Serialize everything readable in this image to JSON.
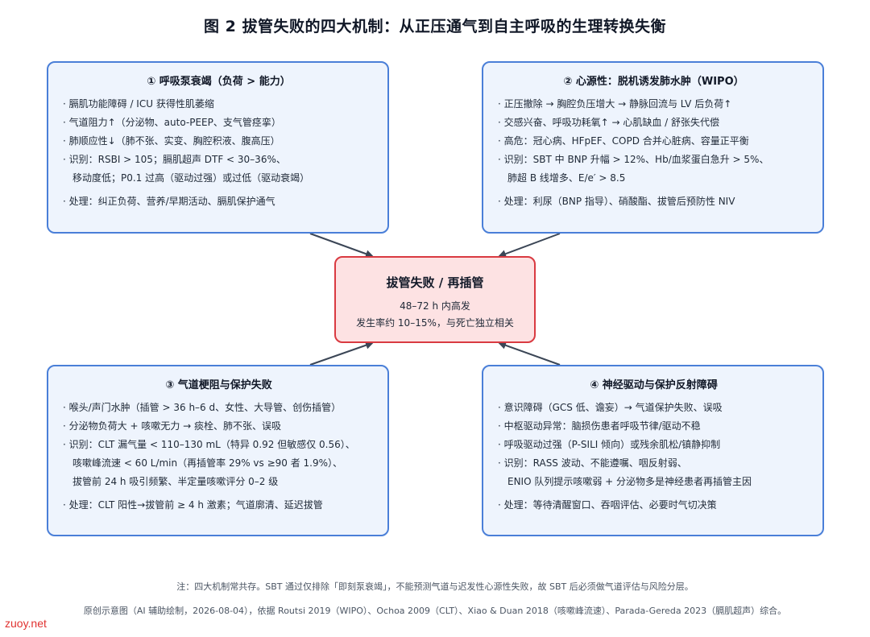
{
  "title": "图 2 拔管失败的四大机制：从正压通气到自主呼吸的生理转换失衡",
  "center": {
    "title": "拔管失败 / 再插管",
    "line1": "48–72 h 内高发",
    "line2": "发生率约 10–15%，与死亡独立相关"
  },
  "box1": {
    "title": "① 呼吸泵衰竭（负荷 > 能力）",
    "lines": [
      "· 膈肌功能障碍 / ICU 获得性肌萎缩",
      "· 气道阻力↑（分泌物、auto-PEEP、支气管痉挛）",
      "· 肺顺应性↓（肺不张、实变、胸腔积液、腹高压）",
      "· 识别：RSBI > 105；膈肌超声 DTF < 30–36%、",
      "移动度低；P0.1 过高（驱动过强）或过低（驱动衰竭）",
      "· 处理：纠正负荷、营养/早期活动、膈肌保护通气"
    ]
  },
  "box2": {
    "title": "② 心源性：脱机诱发肺水肿（WIPO）",
    "lines": [
      "· 正压撤除 → 胸腔负压增大 → 静脉回流与 LV 后负荷↑",
      "· 交感兴奋、呼吸功耗氧↑ → 心肌缺血 / 舒张失代偿",
      "· 高危：冠心病、HFpEF、COPD 合并心脏病、容量正平衡",
      "· 识别：SBT 中 BNP 升幅 > 12%、Hb/血浆蛋白急升 > 5%、",
      "肺超 B 线增多、E/e′ > 8.5",
      "· 处理：利尿（BNP 指导）、硝酸酯、拔管后预防性 NIV"
    ]
  },
  "box3": {
    "title": "③ 气道梗阻与保护失败",
    "lines": [
      "· 喉头/声门水肿（插管 > 36 h–6 d、女性、大导管、创伤插管）",
      "· 分泌物负荷大 + 咳嗽无力 → 痰栓、肺不张、误吸",
      "· 识别：CLT 漏气量 < 110–130 mL（特异 0.92 但敏感仅 0.56）、",
      "咳嗽峰流速 < 60 L/min（再插管率 29% vs ≥90 者 1.9%）、",
      "拔管前 24 h 吸引频繁、半定量咳嗽评分 0–2 级",
      "· 处理：CLT 阳性→拔管前 ≥ 4 h 激素；气道廓清、延迟拔管"
    ]
  },
  "box4": {
    "title": "④ 神经驱动与保护反射障碍",
    "lines": [
      "· 意识障碍（GCS 低、谵妄）→ 气道保护失败、误吸",
      "· 中枢驱动异常：脑损伤患者呼吸节律/驱动不稳",
      "· 呼吸驱动过强（P-SILI 倾向）或残余肌松/镇静抑制",
      "· 识别：RASS 波动、不能遵嘱、咽反射弱、",
      "ENIO 队列提示咳嗽弱 + 分泌物多是神经患者再插管主因",
      "· 处理：等待清醒窗口、吞咽评估、必要时气切决策"
    ]
  },
  "note1": "注：四大机制常共存。SBT 通过仅排除「即刻泵衰竭」，不能预测气道与迟发性心源性失败，故 SBT 后必须做气道评估与风险分层。",
  "note2": "原创示意图（AI 辅助绘制，2026-08-04），依据 Routsi 2019（WIPO）、Ochoa 2009（CLT）、Xiao & Duan 2018（咳嗽峰流速）、Parada-Gereda 2023（膈肌超声）综合。",
  "watermark": "zuoy.net",
  "colors": {
    "box_border": "#4a7fd8",
    "box_fill": "#eef4fd",
    "center_border": "#d93a41",
    "center_fill": "#fde2e3",
    "arrow": "#3b4656",
    "watermark": "#e0312f"
  }
}
